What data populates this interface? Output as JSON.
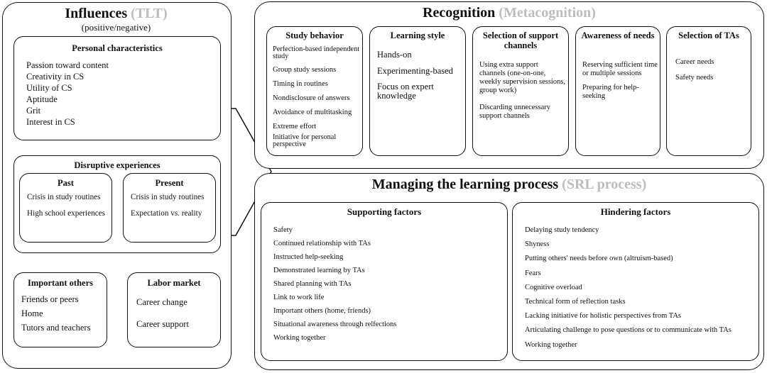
{
  "influences": {
    "title": "Influences",
    "title_note": "(TLT)",
    "subtitle": "(positive/negative)",
    "personal": {
      "title": "Personal characteristics",
      "items": [
        "Passion toward content",
        "Creativity in CS",
        "Utility of CS",
        "Aptitude",
        "Grit",
        "Interest in CS"
      ]
    },
    "disruptive": {
      "title": "Disruptive experiences",
      "past": {
        "title": "Past",
        "items": [
          "Crisis in study routines",
          "High school experiences"
        ]
      },
      "present": {
        "title": "Present",
        "items": [
          "Crisis in study routines",
          "Expectation vs. reality"
        ]
      }
    },
    "important_others": {
      "title": "Important others",
      "items": [
        "Friends or peers",
        "Home",
        "Tutors and teachers"
      ]
    },
    "labor_market": {
      "title": "Labor market",
      "items": [
        "Career change",
        "Career support"
      ]
    }
  },
  "recognition": {
    "title": "Recognition",
    "title_note": "(Metacognition)",
    "study_behavior": {
      "title": "Study behavior",
      "items": [
        "Perfection-based independent study",
        "Group study sessions",
        "Timing in routines",
        "Nondisclosure of answers",
        "Avoidance of multitasking",
        "Extreme effort",
        "Initiative for personal perspective"
      ]
    },
    "learning_style": {
      "title": "Learning style",
      "items": [
        "Hands-on",
        "Experimenting-based",
        "Focus on expert knowledge"
      ]
    },
    "support_channels": {
      "title": "Selection of support channels",
      "items": [
        "Using extra support channels (one-on-one, weekly supervision sessions, group work)",
        "Discarding unnecessary support channels"
      ]
    },
    "awareness": {
      "title": "Awareness of needs",
      "items": [
        "Reserving sufficient time or multiple sessions",
        "Preparing for help-seeking"
      ]
    },
    "selection_tas": {
      "title": "Selection of TAs",
      "items": [
        "Career needs",
        "Safety needs"
      ]
    }
  },
  "managing": {
    "title": "Managing the learning process",
    "title_note": "(SRL process)",
    "supporting": {
      "title": "Supporting factors",
      "items": [
        "Safety",
        "Continued relationship with TAs",
        "Instructed help-seeking",
        "Demonstrated learning by TAs",
        "Shared planning with TAs",
        "Link to work life",
        "Important others (home, friends)",
        "Situational awareness through relfections",
        "Working together"
      ]
    },
    "hindering": {
      "title": "Hindering factors",
      "items": [
        "Delaying study tendency",
        "Shyness",
        "Putting others' needs before own (altruism-based)",
        "Fears",
        "Cognitive overload",
        "Technical form of reflection tasks",
        "Lacking initiative for holistic perspectives from TAs",
        "Articulating challenge to pose questions or to communicate with TAs",
        "Working together"
      ]
    }
  }
}
